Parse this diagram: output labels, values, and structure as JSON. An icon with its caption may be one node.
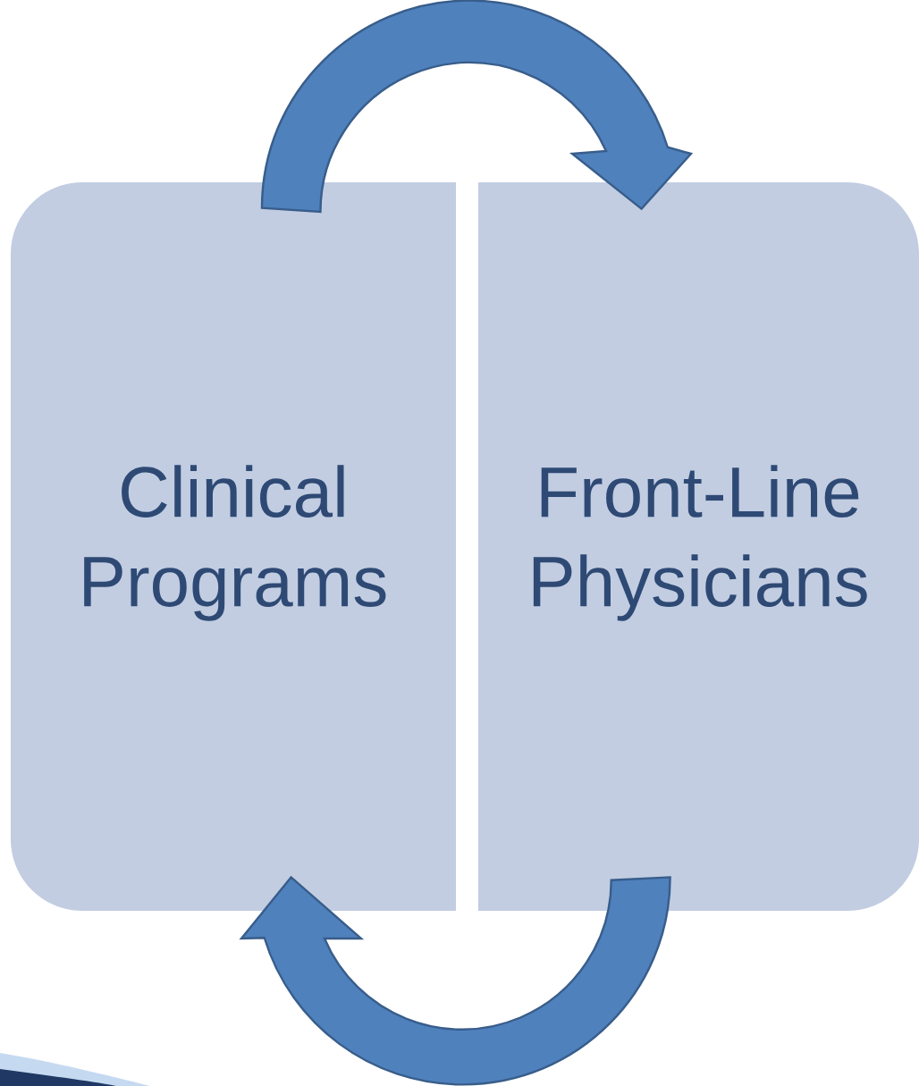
{
  "diagram": {
    "nodes": [
      {
        "text": [
          "Clinical Programs"
        ]
      },
      {
        "text": [
          "Front-Line Physicians"
        ]
      }
    ],
    "edges": [
      {
        "from": 0,
        "to": 1,
        "arrow": "to"
      },
      {
        "from": 1,
        "to": 0,
        "arrow": "to"
      }
    ]
  }
}
